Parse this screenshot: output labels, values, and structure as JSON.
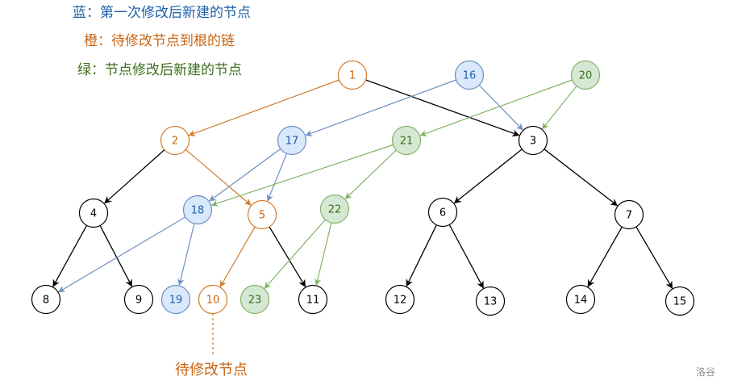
{
  "legend": [
    {
      "text": "蓝：第一次修改后新建的节点",
      "color": "#1f5fa8"
    },
    {
      "text": "橙：待修改节点到根的链",
      "color": "#c86414"
    },
    {
      "text": "绿：节点修改后新建的节点",
      "color": "#3c6e1e"
    }
  ],
  "annotation": "待修改节点",
  "watermark": "洛谷",
  "colors": {
    "blue": {
      "fill": "#dae8fc",
      "stroke": "#6c8ebf",
      "text": "#1f5fa8"
    },
    "orange": {
      "fill": "#ffffff",
      "stroke": "#d07a28",
      "text": "#c86414"
    },
    "green": {
      "fill": "#d5e8d4",
      "stroke": "#82b366",
      "text": "#3c6e1e"
    },
    "black": {
      "fill": "#ffffff",
      "stroke": "#000000",
      "text": "#000000"
    }
  },
  "nodes": [
    {
      "id": "1",
      "label": "1",
      "style": "orange"
    },
    {
      "id": "16",
      "label": "16",
      "style": "blue"
    },
    {
      "id": "20",
      "label": "20",
      "style": "green"
    },
    {
      "id": "2",
      "label": "2",
      "style": "orange"
    },
    {
      "id": "17",
      "label": "17",
      "style": "blue"
    },
    {
      "id": "21",
      "label": "21",
      "style": "green"
    },
    {
      "id": "3",
      "label": "3",
      "style": "black"
    },
    {
      "id": "4",
      "label": "4",
      "style": "black"
    },
    {
      "id": "18",
      "label": "18",
      "style": "blue"
    },
    {
      "id": "5",
      "label": "5",
      "style": "orange"
    },
    {
      "id": "22",
      "label": "22",
      "style": "green"
    },
    {
      "id": "6",
      "label": "6",
      "style": "black"
    },
    {
      "id": "7",
      "label": "7",
      "style": "black"
    },
    {
      "id": "8",
      "label": "8",
      "style": "black"
    },
    {
      "id": "9",
      "label": "9",
      "style": "black"
    },
    {
      "id": "19",
      "label": "19",
      "style": "blue"
    },
    {
      "id": "10",
      "label": "10",
      "style": "orange"
    },
    {
      "id": "23",
      "label": "23",
      "style": "green"
    },
    {
      "id": "11",
      "label": "11",
      "style": "black"
    },
    {
      "id": "12",
      "label": "12",
      "style": "black"
    },
    {
      "id": "13",
      "label": "13",
      "style": "black"
    },
    {
      "id": "14",
      "label": "14",
      "style": "black"
    },
    {
      "id": "15",
      "label": "15",
      "style": "black"
    }
  ],
  "edges": [
    {
      "from": "1",
      "to": "2",
      "style": "orange"
    },
    {
      "from": "1",
      "to": "3",
      "style": "black"
    },
    {
      "from": "16",
      "to": "17",
      "style": "blue"
    },
    {
      "from": "16",
      "to": "3",
      "style": "blue"
    },
    {
      "from": "20",
      "to": "21",
      "style": "green"
    },
    {
      "from": "20",
      "to": "3",
      "style": "green"
    },
    {
      "from": "2",
      "to": "4",
      "style": "black"
    },
    {
      "from": "2",
      "to": "5",
      "style": "orange"
    },
    {
      "from": "17",
      "to": "18",
      "style": "blue"
    },
    {
      "from": "17",
      "to": "5",
      "style": "blue"
    },
    {
      "from": "21",
      "to": "18",
      "style": "green"
    },
    {
      "from": "21",
      "to": "22",
      "style": "green"
    },
    {
      "from": "3",
      "to": "6",
      "style": "black"
    },
    {
      "from": "3",
      "to": "7",
      "style": "black"
    },
    {
      "from": "4",
      "to": "8",
      "style": "black"
    },
    {
      "from": "4",
      "to": "9",
      "style": "black"
    },
    {
      "from": "18",
      "to": "8",
      "style": "blue"
    },
    {
      "from": "18",
      "to": "19",
      "style": "blue"
    },
    {
      "from": "5",
      "to": "10",
      "style": "orange"
    },
    {
      "from": "5",
      "to": "11",
      "style": "black"
    },
    {
      "from": "22",
      "to": "23",
      "style": "green"
    },
    {
      "from": "22",
      "to": "11",
      "style": "green"
    },
    {
      "from": "6",
      "to": "12",
      "style": "black"
    },
    {
      "from": "6",
      "to": "13",
      "style": "black"
    },
    {
      "from": "7",
      "to": "14",
      "style": "black"
    },
    {
      "from": "7",
      "to": "15",
      "style": "black"
    }
  ]
}
